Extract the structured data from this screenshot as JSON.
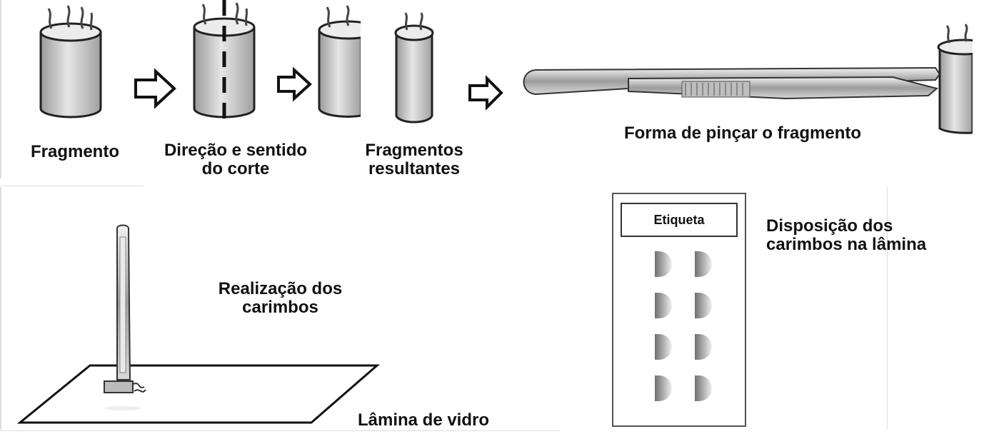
{
  "top_labels": {
    "fragment": "Fragmento",
    "cut_direction_line1": "Direção e sentido",
    "cut_direction_line2": "do corte",
    "resulting_line1": "Fragmentos",
    "resulting_line2": "resultantes",
    "forceps": "Forma de pinçar o fragmento"
  },
  "bottom_labels": {
    "stamping_line1": "Realização dos",
    "stamping_line2": "carimbos",
    "glass_slide": "Lâmina de vidro",
    "arrangement_line1": "Disposição dos",
    "arrangement_line2": "carimbos na lâmina",
    "slide_label": "Etiqueta"
  }
}
